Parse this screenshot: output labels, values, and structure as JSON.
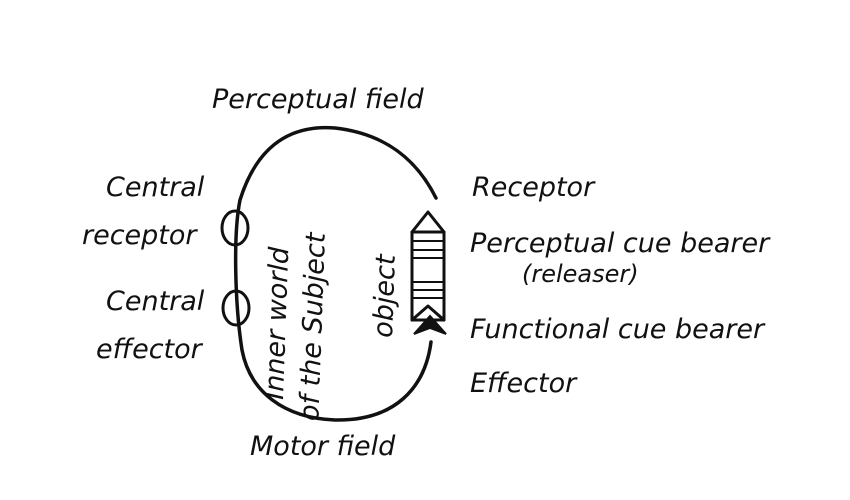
{
  "labels": {
    "perceptual_field": "Perceptual field",
    "motor_field": "Motor field",
    "central_receptor_line1": "Central",
    "central_receptor_line2": "receptor",
    "central_effector_line1": "Central",
    "central_effector_line2": "effector",
    "inner_world_line1": "Inner world",
    "inner_world_line2": "of the Subject",
    "object": "object",
    "receptor": "Receptor",
    "perceptual_cue_bearer": "Perceptual cue bearer",
    "releaser": "(releaser)",
    "functional_cue_bearer": "Functional cue bearer",
    "effector": "Effector"
  }
}
